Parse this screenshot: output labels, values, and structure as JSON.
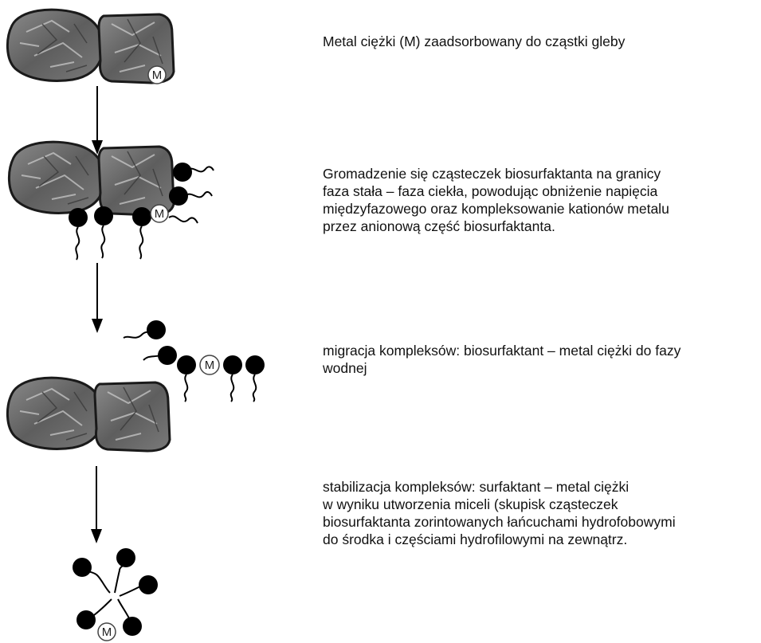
{
  "metal_symbol": "M",
  "steps": [
    {
      "lines": [
        "Metal ciężki (M) zaadsorbowany do cząstki gleby"
      ]
    },
    {
      "lines": [
        "Gromadzenie się cząsteczek biosurfaktanta na granicy",
        "faza stała – faza ciekła, powodując obniżenie napięcia",
        "międzyfazowego oraz kompleksowanie kationów metalu",
        "przez anionową część biosurfaktanta."
      ]
    },
    {
      "lines": [
        "migracja kompleksów: biosurfaktant – metal ciężki do fazy",
        "wodnej"
      ]
    },
    {
      "lines": [
        "stabilizacja kompleksów: surfaktant – metal ciężki",
        "w wyniku utworzenia miceli (skupisk cząsteczek",
        "biosurfaktanta zorintowanych łańcuchami hydrofobowymi",
        "do środka i częściami hydrofilowymi na zewnątrz."
      ]
    }
  ],
  "colors": {
    "surfactant_head": "#000000",
    "soil_fill": "#6f6f6f",
    "soil_outline": "#1a1a1a",
    "arrow": "#000000",
    "text": "#111111"
  }
}
